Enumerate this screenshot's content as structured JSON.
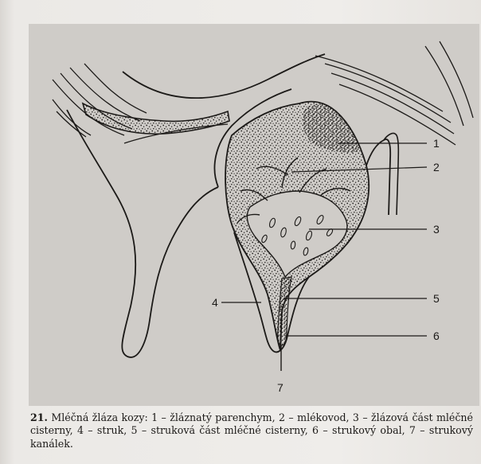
{
  "figure": {
    "callouts": [
      {
        "number": "1",
        "part": "žláznatý parenchym"
      },
      {
        "number": "2",
        "part": "mlékovod"
      },
      {
        "number": "3",
        "part": "žlázová část mléčné cisterny"
      },
      {
        "number": "4",
        "part": "struk"
      },
      {
        "number": "5",
        "part": "struková část mléčné cisterny"
      },
      {
        "number": "6",
        "part": "strukový obal"
      },
      {
        "number": "7",
        "part": "strukový kanálek"
      }
    ]
  },
  "caption": {
    "figure_number": "21.",
    "text": "Mléčná žláza kozy: 1 – žláznatý parenchym, 2 – mlékovod, 3 – žlázová část mléčné cisterny, 4 – struk, 5 – struková část mléčné cisterny, 6 – strukový obal, 7 – strukový kanálek."
  },
  "colors": {
    "panel": "#cfccc8",
    "ink": "#1c1a18",
    "page": "#e9e7e4"
  }
}
